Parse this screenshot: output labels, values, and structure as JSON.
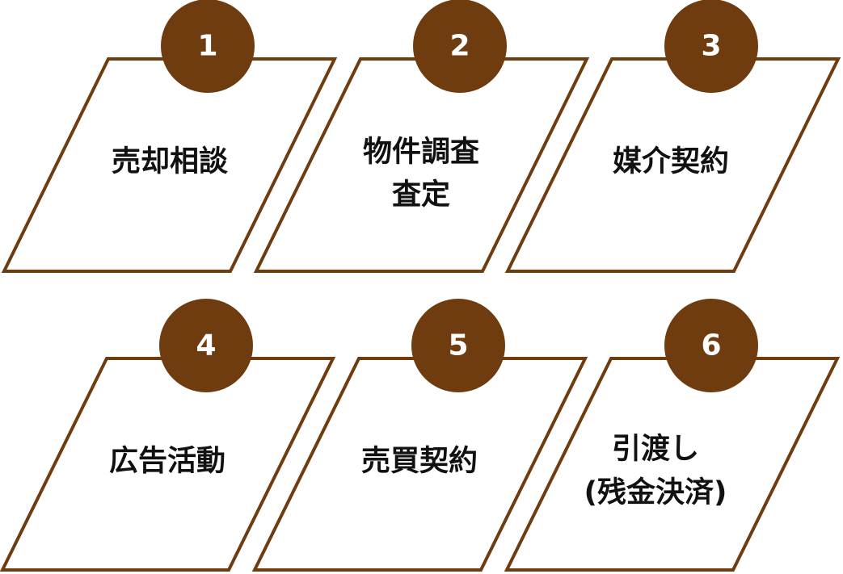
{
  "colors": {
    "accent": "#6e3c0e",
    "box_fill": "#ffffff",
    "text": "#111111",
    "number_text": "#ffffff"
  },
  "steps": [
    {
      "number": "1",
      "label_lines": [
        "売却相談"
      ]
    },
    {
      "number": "2",
      "label_lines": [
        "物件調査",
        "査定"
      ]
    },
    {
      "number": "3",
      "label_lines": [
        "媒介契約"
      ]
    },
    {
      "number": "4",
      "label_lines": [
        "広告活動"
      ]
    },
    {
      "number": "5",
      "label_lines": [
        "売買契約"
      ]
    },
    {
      "number": "6",
      "label_lines": [
        "引渡し",
        "(残金決済)"
      ]
    }
  ]
}
